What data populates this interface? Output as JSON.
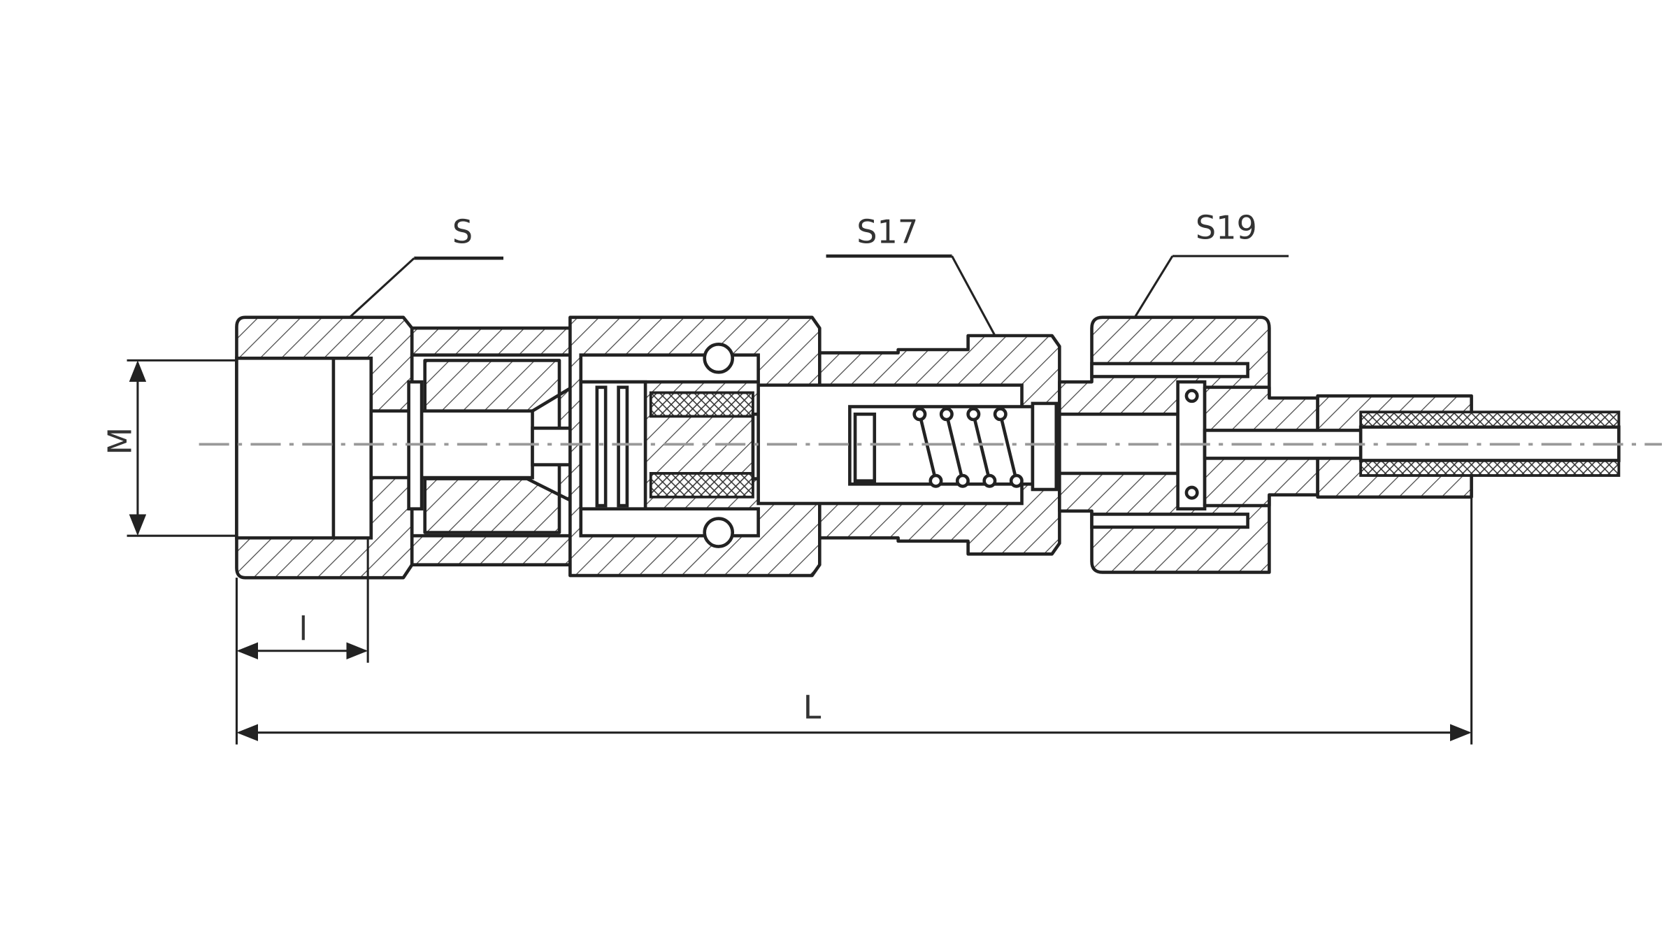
{
  "labels": {
    "nut_hex": "S",
    "hex_17": "S17",
    "hex_19": "S19",
    "thread_dim": "M",
    "thread_length": "l",
    "overall_length": "L"
  }
}
